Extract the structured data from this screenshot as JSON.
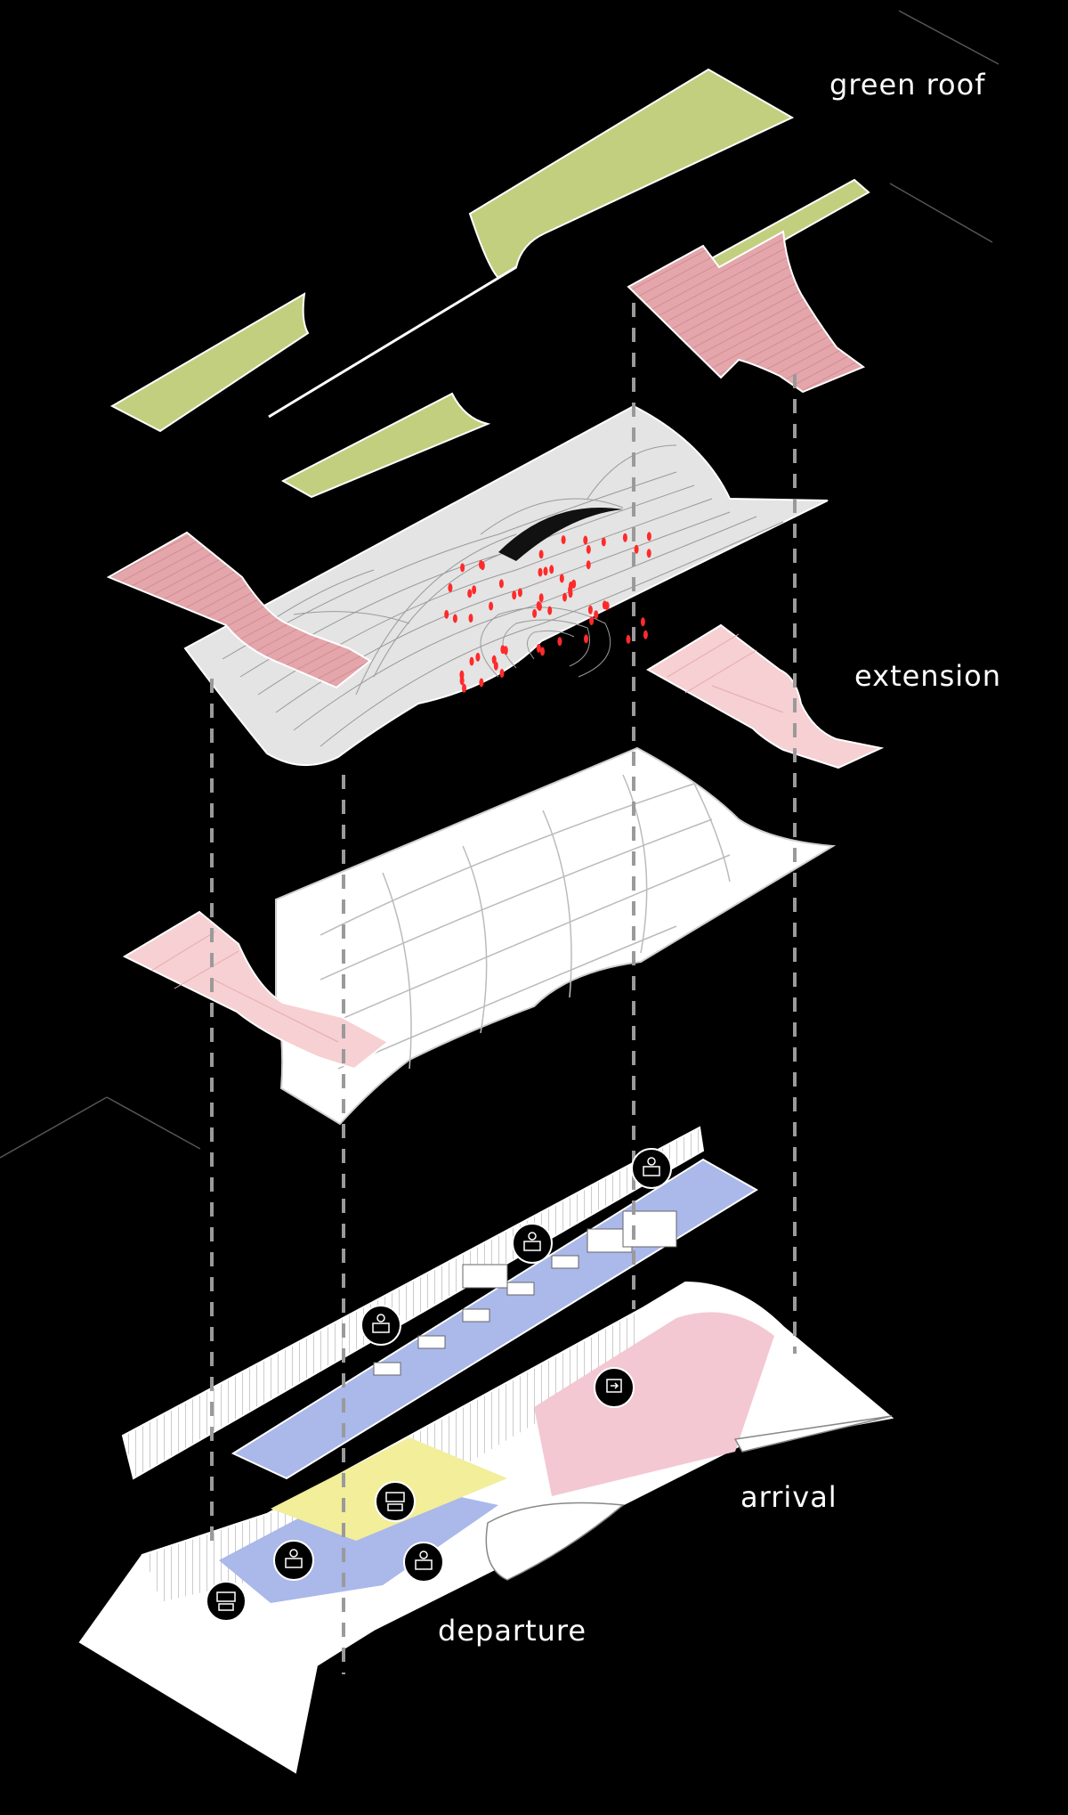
{
  "labels": {
    "green_roof": "green roof",
    "extension": "extension",
    "arrival": "arrival",
    "departure": "departure"
  },
  "colors": {
    "background": "#000000",
    "green_roof": "#c2cf7f",
    "extension": "#e8aeb2",
    "extension_light": "#f6d0d2",
    "topography": "#e4e4e4",
    "structure": "#ffffff",
    "departure_zone": "#aab8ea",
    "yellow_zone": "#f2ee9a",
    "arrival_zone": "#f3c8d2",
    "marker": "#ff2a2a",
    "dashed_line": "#9a9a9a"
  },
  "icons": [
    "check-in-icon",
    "security-icon",
    "gate-icon",
    "baggage-icon",
    "exit-icon",
    "info-board-icon"
  ]
}
